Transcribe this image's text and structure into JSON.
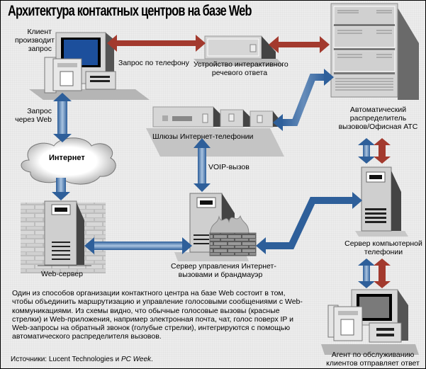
{
  "title": "Архитектура контактных центров на базе Web",
  "nodes": {
    "client": {
      "label_lines": [
        "Клиент",
        "производит",
        "запрос"
      ]
    },
    "ivr": {
      "label_lines": [
        "Устройство интерактивного",
        "речевого ответа"
      ]
    },
    "acd": {
      "label_lines": [
        "Автоматический",
        "распределитель",
        "вызовов/Офисная АТС"
      ]
    },
    "gateways": {
      "label": "Шлюзы Интернет-телефонии"
    },
    "internet": {
      "label": "Интернет"
    },
    "web_server": {
      "label": "Web-сервер"
    },
    "call_server": {
      "label_lines": [
        "Сервер управления Интернет-",
        "вызовами и брандмауэр"
      ]
    },
    "cti_server": {
      "label_lines": [
        "Сервер компьютерной",
        "телефонии"
      ]
    },
    "agent": {
      "label_lines": [
        "Агент по обслуживанию",
        "клиентов отправляет ответ"
      ]
    }
  },
  "edges": {
    "phone_request": {
      "label": "Запрос по телефону",
      "color": "#a33a2e"
    },
    "web_request": {
      "label_lines": [
        "Запрос",
        "через Web"
      ],
      "color": "#2e5f9a"
    },
    "voip": {
      "label": "VOIP-вызов",
      "color": "#2e5f9a"
    }
  },
  "colors": {
    "voice_red": "#a33a2e",
    "data_blue": "#2e5f9a",
    "background": "#ececec"
  },
  "description": "Один из способов организации контактного центра на базе Web состоит в том, чтобы объединить маршрутизацию и управление голосовыми сообщениями с Web-коммуникациями. Из схемы видно, что обычные голосовые вызовы (красные стрелки) и Web-приложения, например электронная почта, чат, голос поверх IP и Web-запросы на обратный звонок (голубые стрелки), интегрируются с помощью автоматического распределителя вызовов.",
  "sources": {
    "prefix": "Источники: Lucent Technologies и ",
    "italic": "PC Week",
    "suffix": "."
  }
}
